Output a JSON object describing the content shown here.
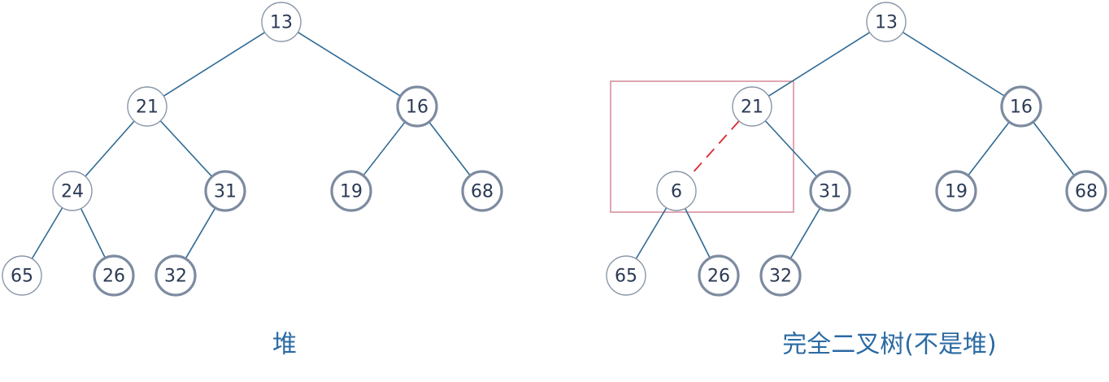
{
  "trees": [
    {
      "id": "heap",
      "caption": "堆",
      "nodes": [
        {
          "id": "n13",
          "label": "13",
          "emphasis": "thin"
        },
        {
          "id": "n21",
          "label": "21",
          "emphasis": "thin"
        },
        {
          "id": "n16",
          "label": "16",
          "emphasis": "thick"
        },
        {
          "id": "n24",
          "label": "24",
          "emphasis": "thin"
        },
        {
          "id": "n31",
          "label": "31",
          "emphasis": "thick"
        },
        {
          "id": "n19",
          "label": "19",
          "emphasis": "thick"
        },
        {
          "id": "n68",
          "label": "68",
          "emphasis": "thick"
        },
        {
          "id": "n65",
          "label": "65",
          "emphasis": "thin"
        },
        {
          "id": "n26",
          "label": "26",
          "emphasis": "thick"
        },
        {
          "id": "n32",
          "label": "32",
          "emphasis": "thick"
        }
      ],
      "edges": [
        {
          "from": "n13",
          "to": "n21"
        },
        {
          "from": "n13",
          "to": "n16"
        },
        {
          "from": "n21",
          "to": "n24"
        },
        {
          "from": "n21",
          "to": "n31"
        },
        {
          "from": "n16",
          "to": "n19"
        },
        {
          "from": "n16",
          "to": "n68"
        },
        {
          "from": "n24",
          "to": "n65"
        },
        {
          "from": "n24",
          "to": "n26"
        },
        {
          "from": "n31",
          "to": "n32"
        }
      ]
    },
    {
      "id": "complete-binary-tree",
      "caption": "完全二叉树(不是堆)",
      "nodes": [
        {
          "id": "m13",
          "label": "13",
          "emphasis": "thin"
        },
        {
          "id": "m21",
          "label": "21",
          "emphasis": "thin"
        },
        {
          "id": "m16",
          "label": "16",
          "emphasis": "thick"
        },
        {
          "id": "m6",
          "label": "6",
          "emphasis": "thin"
        },
        {
          "id": "m31",
          "label": "31",
          "emphasis": "thick"
        },
        {
          "id": "m19",
          "label": "19",
          "emphasis": "thick"
        },
        {
          "id": "m68",
          "label": "68",
          "emphasis": "thick"
        },
        {
          "id": "m65",
          "label": "65",
          "emphasis": "thin"
        },
        {
          "id": "m26",
          "label": "26",
          "emphasis": "thick"
        },
        {
          "id": "m32",
          "label": "32",
          "emphasis": "thick"
        }
      ],
      "edges": [
        {
          "from": "m13",
          "to": "m21"
        },
        {
          "from": "m13",
          "to": "m16"
        },
        {
          "from": "m21",
          "to": "m6",
          "style": "dashed"
        },
        {
          "from": "m21",
          "to": "m31"
        },
        {
          "from": "m16",
          "to": "m19"
        },
        {
          "from": "m16",
          "to": "m68"
        },
        {
          "from": "m6",
          "to": "m65"
        },
        {
          "from": "m6",
          "to": "m26"
        },
        {
          "from": "m31",
          "to": "m32"
        }
      ],
      "highlight": {
        "around": [
          "m21",
          "m6"
        ]
      }
    }
  ],
  "colors": {
    "edge": "#2f6a94",
    "violation_edge": "#d8262f",
    "highlight_box": "#d98fa0",
    "node_text": "#2b3a55",
    "caption": "#2b6aa3"
  }
}
